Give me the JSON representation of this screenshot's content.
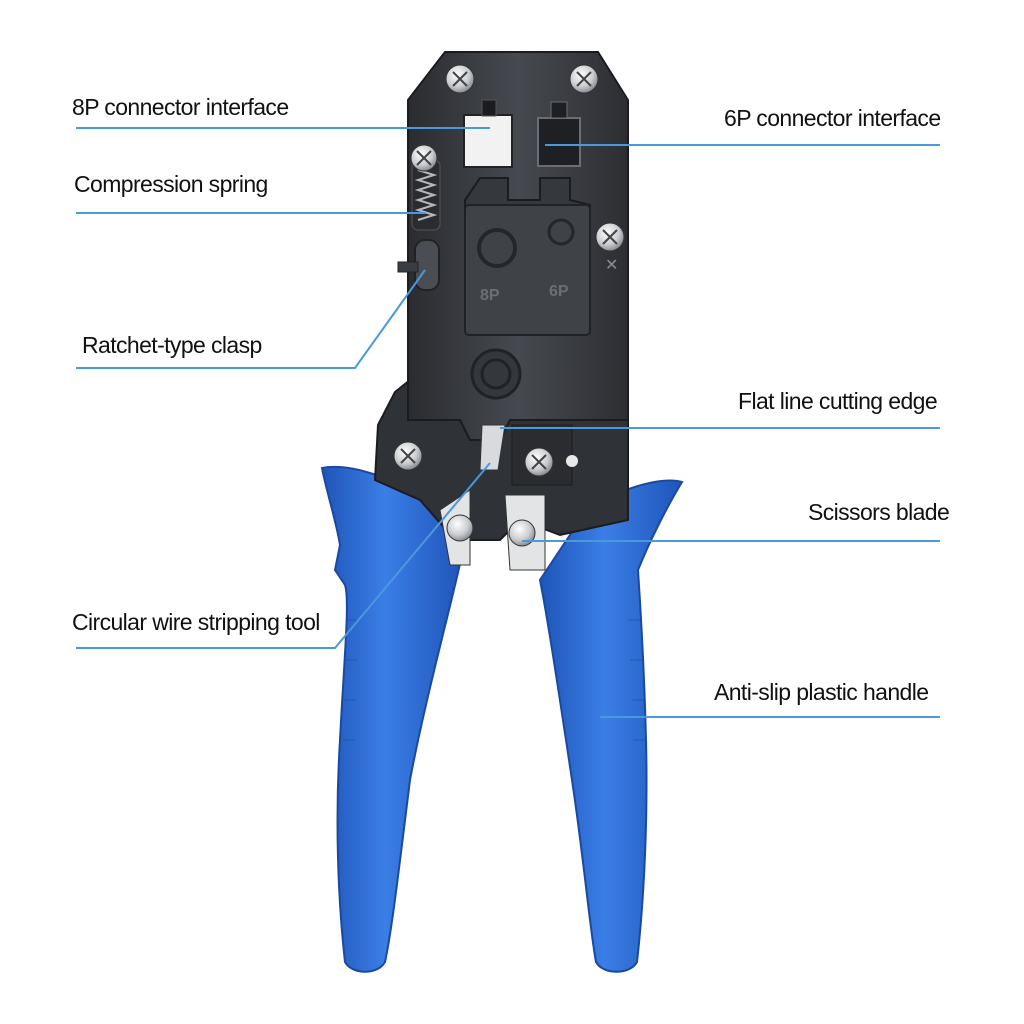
{
  "colors": {
    "handle": "#2f6fd6",
    "handle_dark": "#1d4fae",
    "leader_line": "#4a98dd",
    "body_metal": "#3a3d42",
    "text": "#111111"
  },
  "labels": {
    "connector_8p": "8P connector interface",
    "connector_6p": "6P connector interface",
    "compression_spring": "Compression spring",
    "ratchet_clasp": "Ratchet-type clasp",
    "flat_cutting_edge": "Flat line cutting edge",
    "scissors_blade": "Scissors blade",
    "wire_stripping_tool": "Circular wire stripping tool",
    "antislip_handle": "Anti-slip plastic handle"
  },
  "die_markings": {
    "die_8p": "8P",
    "die_6p": "6P",
    "cross_mark": "✕"
  }
}
